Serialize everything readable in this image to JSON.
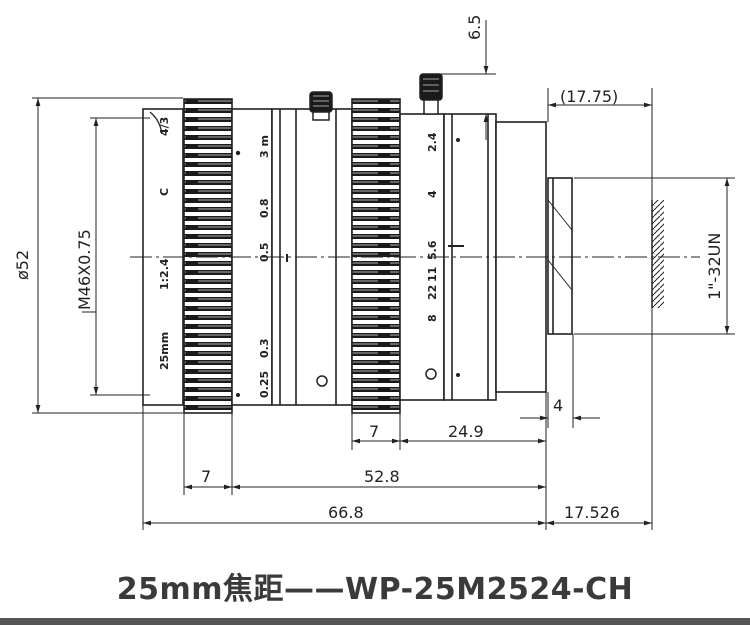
{
  "caption": "25mm焦距——WP-25M2524-CH",
  "dimensions": {
    "top_gap": "6.5",
    "back_clearance": "(17.75)",
    "outer_diameter": "ø52",
    "filter_thread": "M46X0.75",
    "mount_thread": "1\"-32UN",
    "flange_step": "4",
    "focus_ring_width": "7",
    "rear_length": "24.9",
    "iris_ring_width": "7",
    "middle_length": "52.8",
    "total_length": "66.8",
    "flange_distance": "17.526"
  },
  "lens_markings": {
    "iris_ring": [
      "4/3",
      "C",
      "1:2.4",
      "25mm"
    ],
    "distance_scale": [
      "3 m",
      "0.8",
      "0.5",
      "0.3",
      "0.25"
    ],
    "aperture_scale": [
      "2.4",
      "4",
      "5.6",
      "8",
      "11",
      "22"
    ]
  }
}
